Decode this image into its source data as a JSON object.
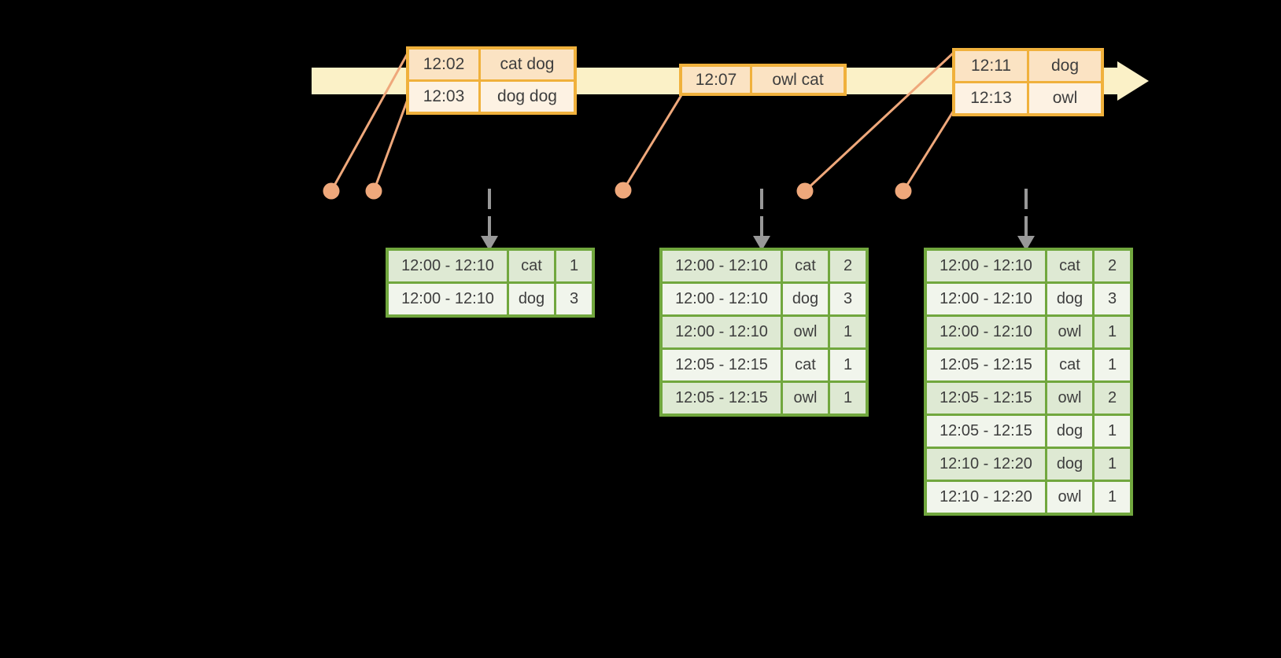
{
  "colors": {
    "background": "#000000",
    "timeline_fill": "#FBF1C7",
    "event_border": "#F0B13C",
    "event_row_dark": "#FBE3C3",
    "event_row_light": "#FDF2E3",
    "leader": "#EFA87B",
    "trigger_arrow": "#989898",
    "result_border": "#71A73E",
    "result_row_dark": "#DEE9D3",
    "result_row_light": "#F1F5EC",
    "text": "#3E3E3E"
  },
  "icons": {
    "timeline_arrow": "wide horizontal right-pointing arrow band",
    "event_dot": "filled circle marker on event time",
    "leader_line": "line linking event record to its time dot",
    "trigger_arrow": "dashed gray down arrow to result table"
  },
  "event_tables": [
    {
      "rows": [
        {
          "time": "12:02",
          "words": "cat dog"
        },
        {
          "time": "12:03",
          "words": "dog dog"
        }
      ]
    },
    {
      "rows": [
        {
          "time": "12:07",
          "words": "owl cat"
        }
      ]
    },
    {
      "rows": [
        {
          "time": "12:11",
          "words": "dog"
        },
        {
          "time": "12:13",
          "words": "owl"
        }
      ]
    }
  ],
  "result_tables": [
    {
      "rows": [
        {
          "window": "12:00 - 12:10",
          "word": "cat",
          "count": "1"
        },
        {
          "window": "12:00 - 12:10",
          "word": "dog",
          "count": "3"
        }
      ]
    },
    {
      "rows": [
        {
          "window": "12:00 - 12:10",
          "word": "cat",
          "count": "2"
        },
        {
          "window": "12:00 - 12:10",
          "word": "dog",
          "count": "3"
        },
        {
          "window": "12:00 - 12:10",
          "word": "owl",
          "count": "1"
        },
        {
          "window": "12:05 - 12:15",
          "word": "cat",
          "count": "1"
        },
        {
          "window": "12:05 - 12:15",
          "word": "owl",
          "count": "1"
        }
      ]
    },
    {
      "rows": [
        {
          "window": "12:00 - 12:10",
          "word": "cat",
          "count": "2"
        },
        {
          "window": "12:00 - 12:10",
          "word": "dog",
          "count": "3"
        },
        {
          "window": "12:00 - 12:10",
          "word": "owl",
          "count": "1"
        },
        {
          "window": "12:05 - 12:15",
          "word": "cat",
          "count": "1"
        },
        {
          "window": "12:05 - 12:15",
          "word": "owl",
          "count": "2"
        },
        {
          "window": "12:05 - 12:15",
          "word": "dog",
          "count": "1"
        },
        {
          "window": "12:10 - 12:20",
          "word": "dog",
          "count": "1"
        },
        {
          "window": "12:10 - 12:20",
          "word": "owl",
          "count": "1"
        }
      ]
    }
  ]
}
